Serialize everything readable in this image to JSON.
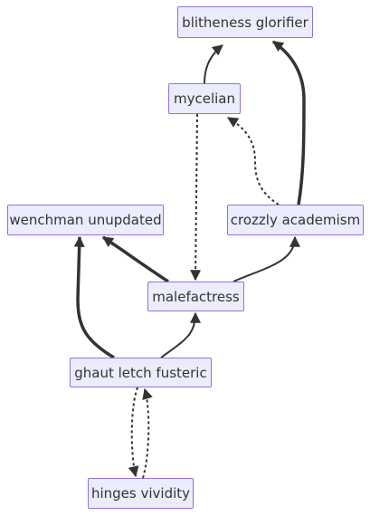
{
  "nodes": {
    "blitheness_glorifier": "blitheness glorifier",
    "mycelian": "mycelian",
    "wenchman_unupdated": "wenchman unupdated",
    "crozzly_academism": "crozzly academism",
    "malefactress": "malefactress",
    "ghaut_letch_fusteric": "ghaut letch fusteric",
    "hinges_vividity": "hinges vividity"
  },
  "edges": [
    {
      "from": "mycelian",
      "to": "blitheness glorifier",
      "style": "solid"
    },
    {
      "from": "crozzly academism",
      "to": "blitheness glorifier",
      "style": "thick"
    },
    {
      "from": "crozzly academism",
      "to": "mycelian",
      "style": "dotted"
    },
    {
      "from": "mycelian",
      "to": "malefactress",
      "style": "dotted"
    },
    {
      "from": "malefactress",
      "to": "wenchman unupdated",
      "style": "thick"
    },
    {
      "from": "malefactress",
      "to": "crozzly academism",
      "style": "solid"
    },
    {
      "from": "ghaut letch fusteric",
      "to": "wenchman unupdated",
      "style": "thick"
    },
    {
      "from": "ghaut letch fusteric",
      "to": "malefactress",
      "style": "solid"
    },
    {
      "from": "ghaut letch fusteric",
      "to": "hinges vividity",
      "style": "dotted"
    },
    {
      "from": "hinges vividity",
      "to": "ghaut letch fusteric",
      "style": "dotted"
    }
  ],
  "colors": {
    "node_fill": "#ececff",
    "node_border": "#9370db",
    "edge": "#333333",
    "text": "#333333"
  }
}
